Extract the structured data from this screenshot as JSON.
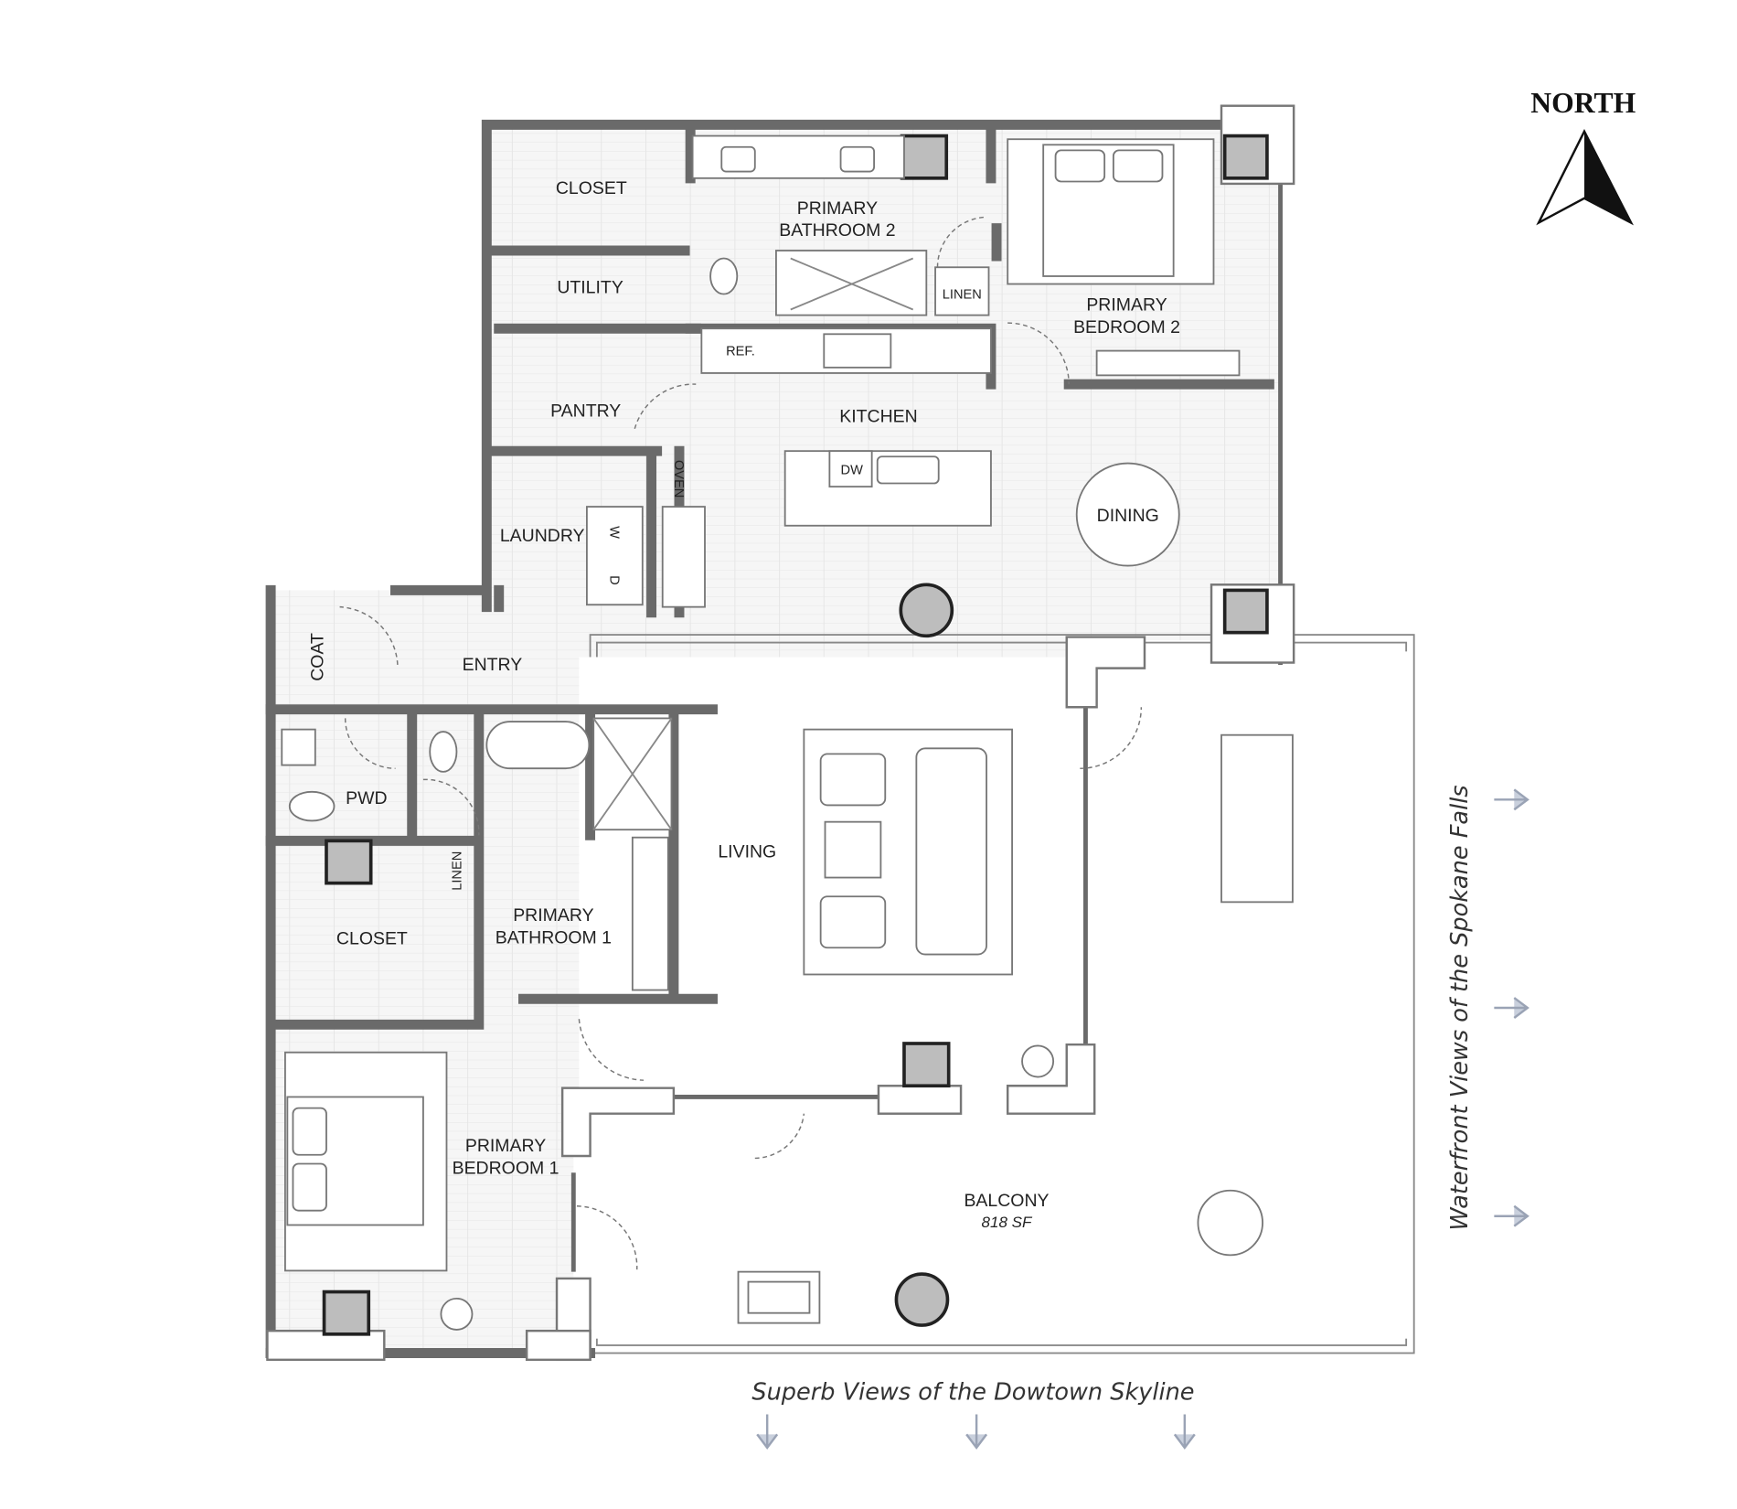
{
  "compass": {
    "label": "NORTH"
  },
  "rooms": {
    "closet_north": "CLOSET",
    "utility": "UTILITY",
    "primary_bathroom_2": [
      "PRIMARY",
      "BATHROOM 2"
    ],
    "linen_north": "LINEN",
    "primary_bedroom_2": [
      "PRIMARY",
      "BEDROOM 2"
    ],
    "ref": "REF.",
    "pantry": "PANTRY",
    "kitchen": "KITCHEN",
    "dw": "DW",
    "oven": "OVEN",
    "laundry": "LAUNDRY",
    "washer": "W",
    "dryer": "D",
    "dining": "DINING",
    "coat": "COAT",
    "entry": "ENTRY",
    "pwd": "PWD",
    "living": "LIVING",
    "linen_south": "LINEN",
    "closet_south": "CLOSET",
    "primary_bathroom_1": [
      "PRIMARY",
      "BATHROOM 1"
    ],
    "primary_bedroom_1": [
      "PRIMARY",
      "BEDROOM 1"
    ],
    "balcony": "BALCONY",
    "balcony_area": "818 SF"
  },
  "views": {
    "east": "Waterfront Views of the Spokane Falls",
    "south": "Superb Views of the Dowtown Skyline"
  }
}
